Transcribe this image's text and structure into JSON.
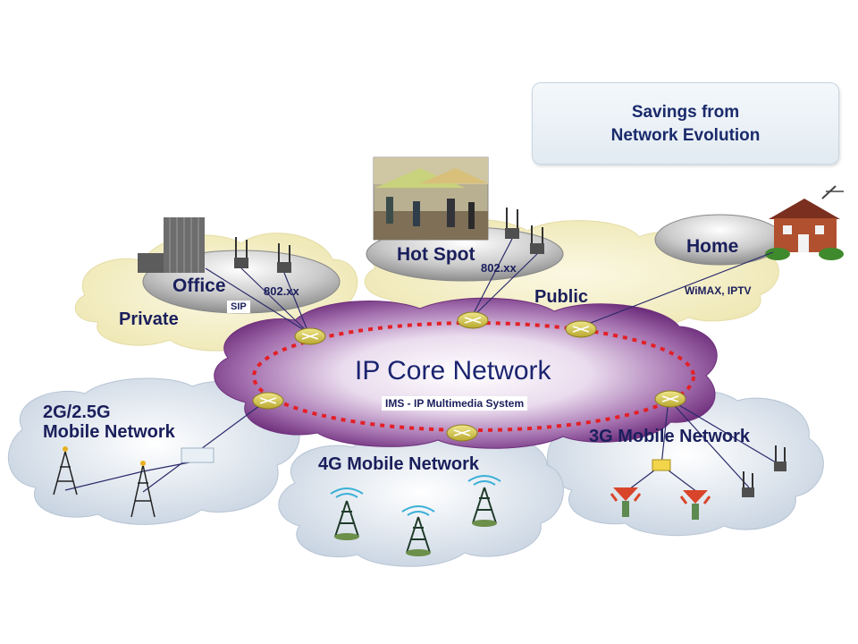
{
  "callout": {
    "line1": "Savings from",
    "line2": "Network Evolution"
  },
  "core": {
    "title": "IP Core Network",
    "subtitle": "IMS - IP Multimedia System"
  },
  "clouds": {
    "private": "Private",
    "public": "Public",
    "mobile_2g_line1": "2G/2.5G",
    "mobile_2g_line2": "Mobile Network",
    "mobile_4g": "4G Mobile Network",
    "mobile_3g": "3G Mobile Network"
  },
  "sites": {
    "office": "Office",
    "hotspot": "Hot Spot",
    "home": "Home"
  },
  "link_labels": {
    "office_wifi": "802.xx",
    "hotspot_wifi": "802.xx",
    "sip": "SIP",
    "home_link": "WiMAX, IPTV"
  },
  "colors": {
    "core_cloud": "#7b3f86",
    "private_cloud": "#f5f0c8",
    "mobile_cloud": "#dfe8f2",
    "ring": "#e32026",
    "router": "#d9cc55",
    "text": "#1a1f5c"
  }
}
